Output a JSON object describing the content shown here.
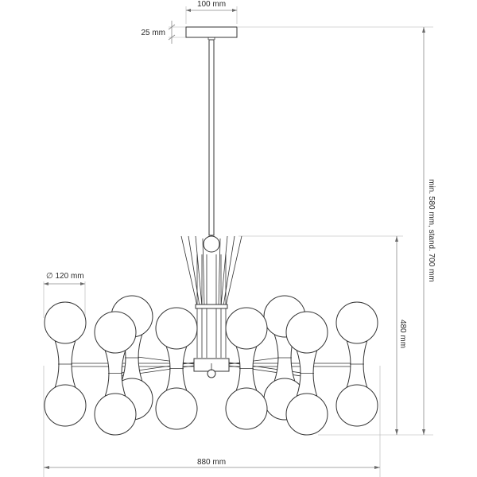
{
  "dimensions": {
    "canopy_width": "100 mm",
    "canopy_height": "25 mm",
    "globe_diameter": "∅ 120 mm",
    "fixture_height": "480 mm",
    "overall_height": "min. 580 mm, stand. 700 mm",
    "overall_width": "880 mm"
  },
  "colors": {
    "line": "#333333",
    "dimension": "#8a8a8a"
  }
}
